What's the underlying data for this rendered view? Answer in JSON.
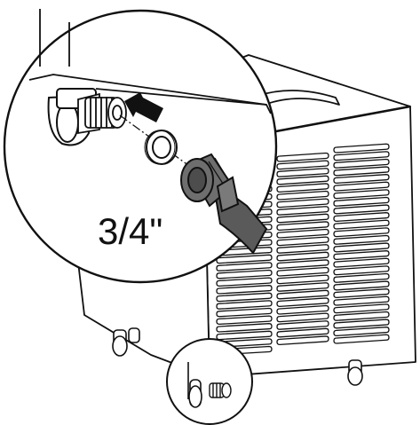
{
  "diagram": {
    "thread_size_label": "3/4\"",
    "icons": [
      "portable-unit",
      "inlet-connector",
      "sealing-washer",
      "hose-nut",
      "insert-arrow",
      "caster-wheel"
    ],
    "colors": {
      "line": "#111111",
      "unit_body": "#ffffff",
      "grille": "#ffffff",
      "hose": "#5a5a5a",
      "hose_nut": "#6e6e6e",
      "arrow": "#111111",
      "background": "#ffffff"
    }
  }
}
